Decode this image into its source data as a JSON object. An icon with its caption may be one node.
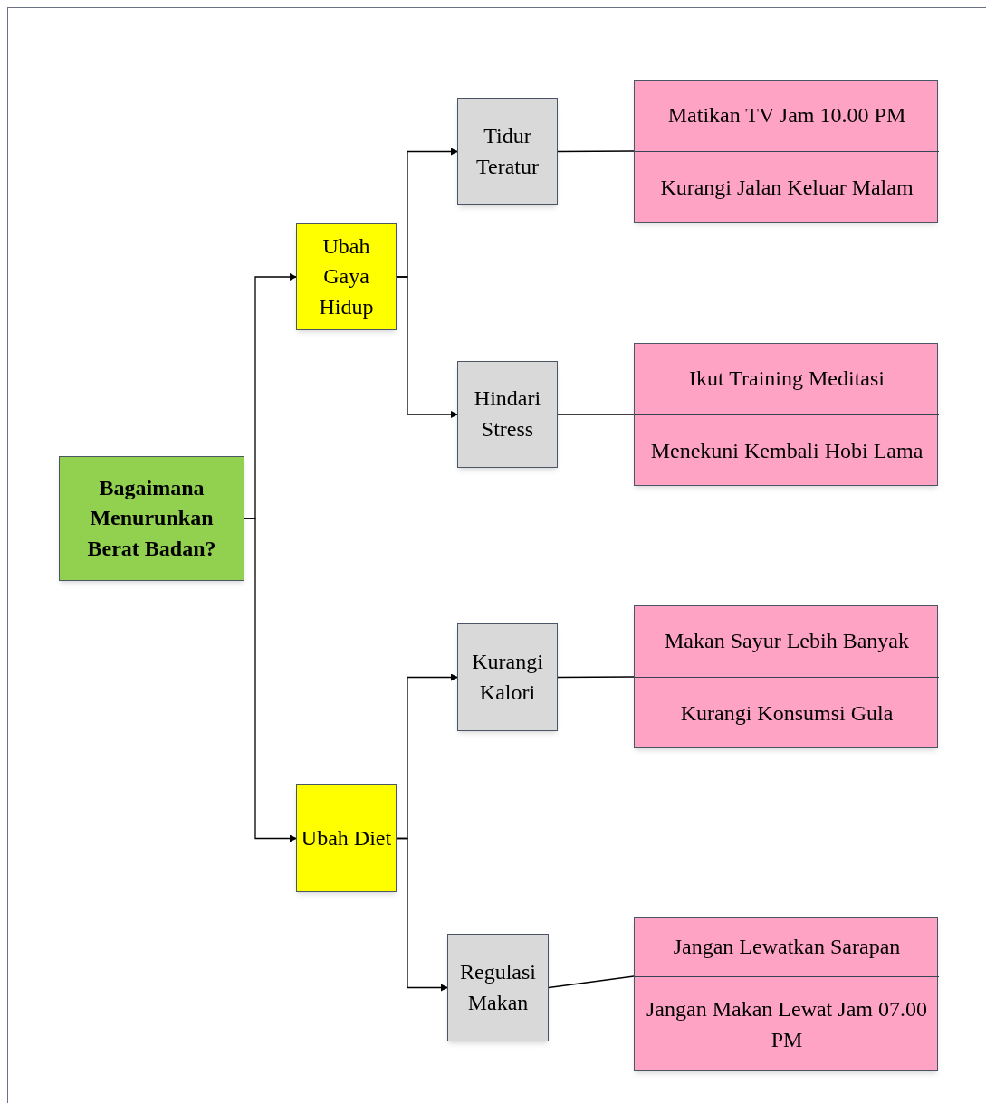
{
  "diagram": {
    "nodes": [
      {
        "text": [
          "Bagaimana Menurunkan Berat Badan?"
        ]
      },
      {
        "text": [
          "Ubah Gaya Hidup"
        ]
      },
      {
        "text": [
          "Tidur Teratur"
        ]
      },
      {
        "text": [],
        "shape": "box"
      },
      {
        "text": [
          "Matikan TV Jam 10.00 PM"
        ],
        "in": 3
      },
      {
        "text": [
          "Kurangi Jalan Keluar Malam"
        ],
        "in": 3
      },
      {
        "text": [
          "Hindari Stress"
        ]
      },
      {
        "text": [],
        "shape": "box"
      },
      {
        "text": [
          "Ikut Training Meditasi"
        ],
        "in": 7
      },
      {
        "text": [
          "Menekuni Kembali Hobi Lama"
        ],
        "in": 7
      },
      {
        "text": [
          "Ubah Diet"
        ]
      },
      {
        "text": [
          "Kurangi Kalori"
        ]
      },
      {
        "text": [],
        "shape": "box"
      },
      {
        "text": [
          "Makan Sayur Lebih Banyak"
        ],
        "in": 12
      },
      {
        "text": [
          "Kurangi Konsumsi Gula"
        ],
        "in": 12
      },
      {
        "text": [
          "Regulasi Makan"
        ]
      },
      {
        "text": [],
        "shape": "box"
      },
      {
        "text": [
          "Jangan Lewatkan Sarapan"
        ],
        "in": 16
      },
      {
        "text": [
          "Jangan Makan Lewat Jam 07.00 PM"
        ],
        "in": 16
      }
    ],
    "edges": [
      {
        "from": 0,
        "to": 1,
        "arrow": "to"
      },
      {
        "from": 0,
        "to": 10,
        "arrow": "to"
      },
      {
        "from": 1,
        "to": 2,
        "arrow": "to"
      },
      {
        "from": 1,
        "to": 6,
        "arrow": "to"
      },
      {
        "from": 10,
        "to": 11,
        "arrow": "to"
      },
      {
        "from": 10,
        "to": 15,
        "arrow": "to"
      },
      {
        "from": 2,
        "to": 3,
        "arrow": "none"
      },
      {
        "from": 6,
        "to": 7,
        "arrow": "none"
      },
      {
        "from": 11,
        "to": 12,
        "arrow": "none"
      },
      {
        "from": 15,
        "to": 16,
        "arrow": "none"
      }
    ]
  }
}
